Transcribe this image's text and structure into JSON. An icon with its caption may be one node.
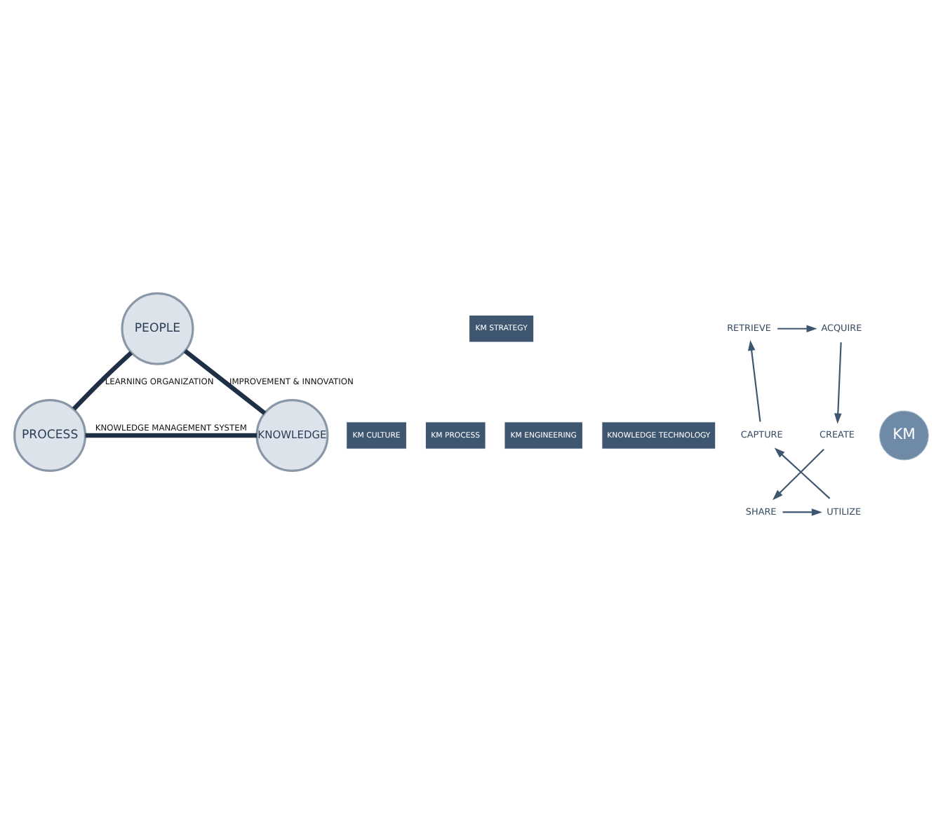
{
  "diagram": {
    "nodes": [
      {
        "text": [
          "PEOPLE"
        ]
      },
      {
        "text": [
          "PROCESS"
        ]
      },
      {
        "text": [
          "KNOWLEDGE"
        ]
      },
      {
        "text": [
          "KM STRATEGY"
        ]
      },
      {
        "text": [
          "KM CULTURE"
        ]
      },
      {
        "text": [
          "KM PROCESS"
        ]
      },
      {
        "text": [
          "KM ENGINEERING"
        ]
      },
      {
        "text": [
          "KNOWLEDGE TECHNOLOGY"
        ]
      },
      {
        "text": [
          "RETRIEVE"
        ]
      },
      {
        "text": [
          "ACQUIRE"
        ]
      },
      {
        "text": [
          "CREATE"
        ]
      },
      {
        "text": [
          "SHARE"
        ]
      },
      {
        "text": [
          "UTILIZE"
        ]
      },
      {
        "text": [
          "CAPTURE"
        ]
      },
      {
        "text": [
          "KM"
        ]
      }
    ],
    "edges": [
      {
        "from": 0,
        "to": 1,
        "arrow": "none",
        "label": "LEARNING ORGANIZATION",
        "style": "thick"
      },
      {
        "from": 0,
        "to": 2,
        "arrow": "none",
        "label": "IMPROVEMENT & INNOVATION",
        "style": "thick"
      },
      {
        "from": 1,
        "to": 2,
        "arrow": "none",
        "label": "KNOWLEDGE MANAGEMENT SYSTEM",
        "style": "thick"
      },
      {
        "from": 8,
        "to": 9,
        "arrow": "to"
      },
      {
        "from": 9,
        "to": 10,
        "arrow": "to"
      },
      {
        "from": 10,
        "to": 11,
        "arrow": "to"
      },
      {
        "from": 11,
        "to": 12,
        "arrow": "to"
      },
      {
        "from": 12,
        "to": 13,
        "arrow": "to"
      },
      {
        "from": 13,
        "to": 8,
        "arrow": "to"
      }
    ]
  }
}
